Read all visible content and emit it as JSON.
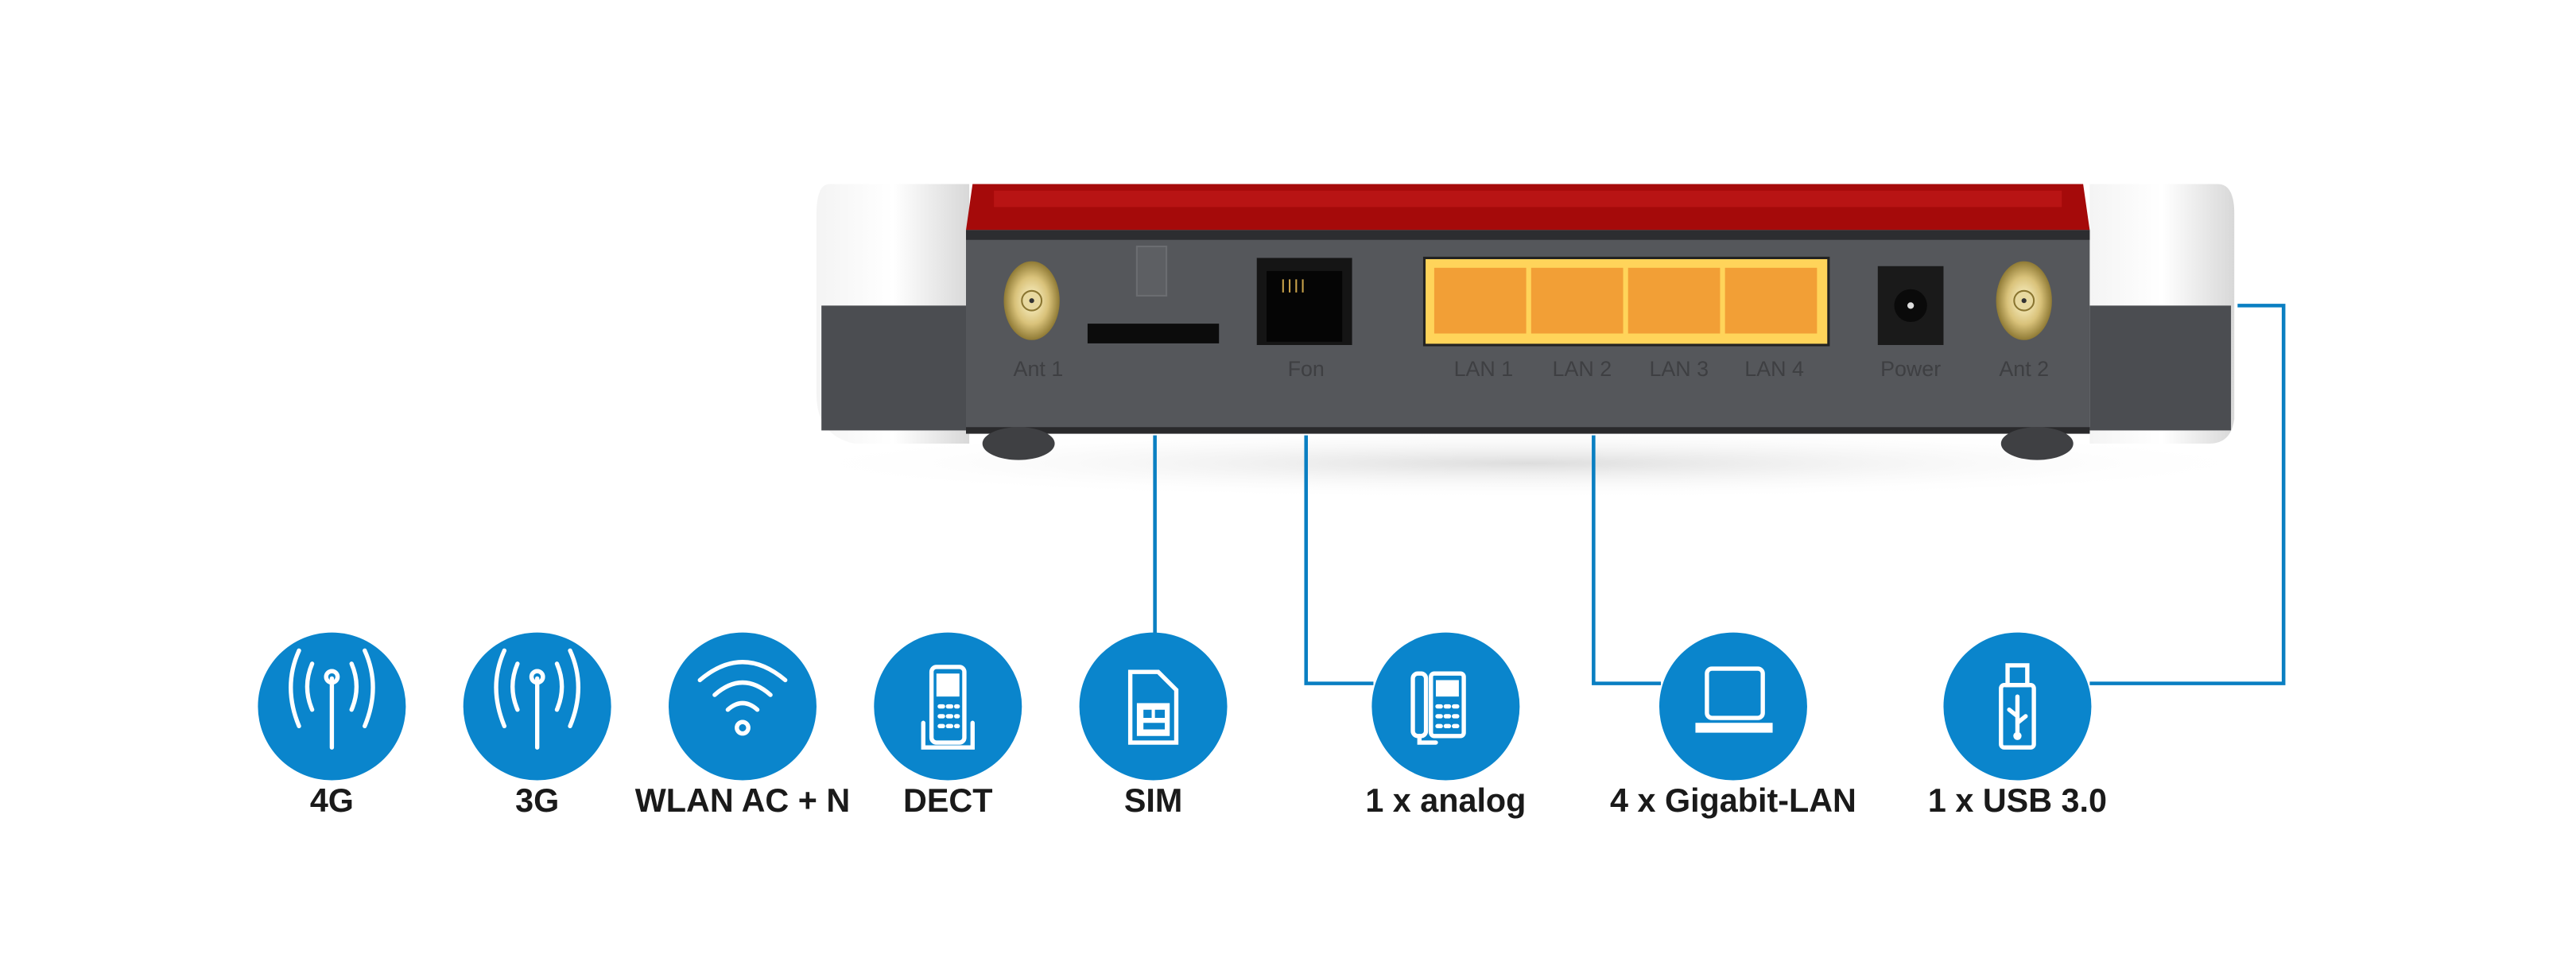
{
  "colors": {
    "accent": "#0a85cc",
    "router_red": "#a50a0a",
    "router_body": "#55575b",
    "lan_ports": "#f7b33a"
  },
  "router": {
    "port_labels": {
      "ant1": "Ant 1",
      "fon": "Fon",
      "lan1": "LAN 1",
      "lan2": "LAN 2",
      "lan3": "LAN 3",
      "lan4": "LAN 4",
      "power": "Power",
      "ant2": "Ant 2"
    }
  },
  "features": [
    {
      "label": "4G",
      "icon": "antenna-icon"
    },
    {
      "label": "3G",
      "icon": "antenna-icon"
    },
    {
      "label": "WLAN AC + N",
      "icon": "wifi-icon"
    },
    {
      "label": "DECT",
      "icon": "cordless-phone-icon"
    },
    {
      "label": "SIM",
      "icon": "sim-card-icon"
    },
    {
      "label": "1 x analog",
      "icon": "desk-phone-icon"
    },
    {
      "label": "4 x Gigabit-LAN",
      "icon": "laptop-icon"
    },
    {
      "label": "1 x USB 3.0",
      "icon": "usb-stick-icon"
    }
  ]
}
